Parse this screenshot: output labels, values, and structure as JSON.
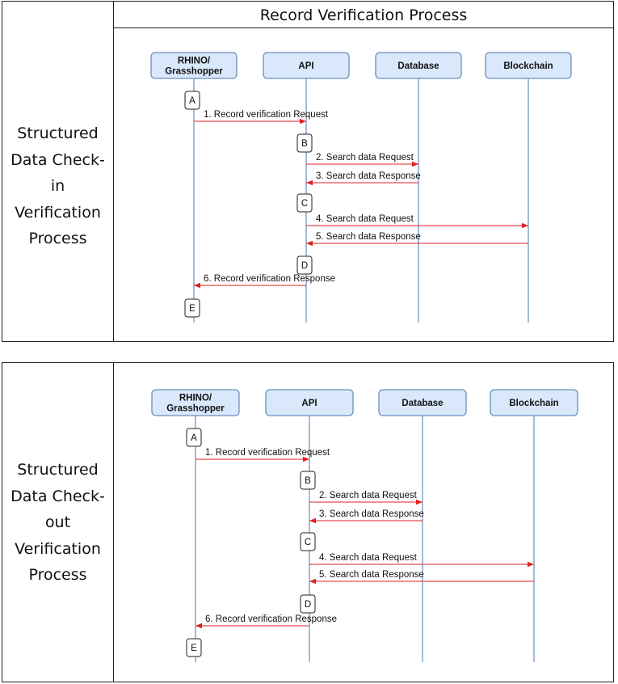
{
  "header": {
    "title": "Record Verification Process"
  },
  "participants": [
    "RHINO/\nGrasshopper",
    "API",
    "Database",
    "Blockchain"
  ],
  "colors": {
    "participant_fill": "#dae8fc",
    "participant_stroke": "#6c8ebf",
    "message_arrow": "#e02020"
  },
  "sections": [
    {
      "label_lines": [
        "Structured",
        "Data Check-",
        "in",
        "Verification",
        "Process"
      ],
      "steps": [
        "A",
        "B",
        "C",
        "D",
        "E"
      ],
      "messages": [
        {
          "from": 0,
          "to": 1,
          "text": "1. Record verification Request"
        },
        {
          "from": 1,
          "to": 2,
          "text": "2. Search data Request"
        },
        {
          "from": 2,
          "to": 1,
          "text": "3. Search data Response"
        },
        {
          "from": 1,
          "to": 3,
          "text": "4. Search data Request"
        },
        {
          "from": 3,
          "to": 1,
          "text": "5. Search data Response"
        },
        {
          "from": 1,
          "to": 0,
          "text": "6. Record verification Response"
        }
      ]
    },
    {
      "label_lines": [
        "Structured",
        "Data Check-",
        "out",
        "Verification",
        "Process"
      ],
      "steps": [
        "A",
        "B",
        "C",
        "D",
        "E"
      ],
      "messages": [
        {
          "from": 0,
          "to": 1,
          "text": "1. Record verification Request"
        },
        {
          "from": 1,
          "to": 2,
          "text": "2. Search data Request"
        },
        {
          "from": 2,
          "to": 1,
          "text": "3. Search data Response"
        },
        {
          "from": 1,
          "to": 3,
          "text": "4. Search data Request"
        },
        {
          "from": 3,
          "to": 1,
          "text": "5. Search data Response"
        },
        {
          "from": 1,
          "to": 0,
          "text": "6. Record verification Response"
        }
      ]
    }
  ]
}
